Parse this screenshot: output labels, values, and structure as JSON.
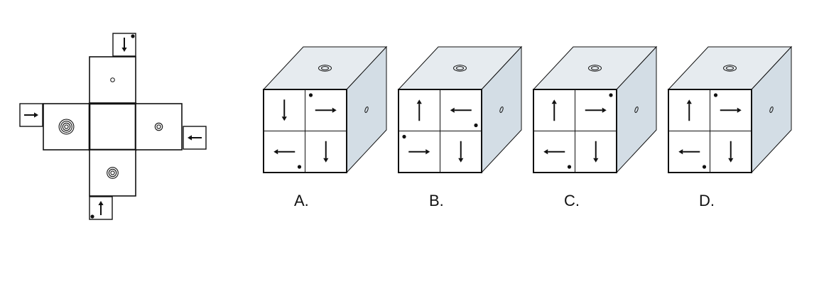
{
  "net": {
    "center": {
      "type": "blank"
    },
    "top": {
      "type": "small-circle"
    },
    "left": {
      "type": "concentric-rings",
      "rings": 4
    },
    "right": {
      "type": "concentric-rings",
      "rings": 2
    },
    "bottom": {
      "type": "concentric-rings",
      "rings": 3
    },
    "flaps": [
      {
        "attached_to": "top",
        "arrow": "down",
        "dot": "top-right"
      },
      {
        "attached_to": "left",
        "arrow": "right",
        "dot": "none"
      },
      {
        "attached_to": "right",
        "arrow": "left",
        "dot": "none"
      },
      {
        "attached_to": "bottom",
        "arrow": "up",
        "dot": "bottom-left"
      }
    ]
  },
  "options": [
    {
      "label": "A.",
      "top_face": "ellipse-rings",
      "side_face": "small-oval",
      "cells": [
        {
          "arrow": "down",
          "dot": "none"
        },
        {
          "arrow": "right",
          "dot": "top-left"
        },
        {
          "arrow": "left",
          "dot": "bottom-right"
        },
        {
          "arrow": "down",
          "dot": "none"
        }
      ]
    },
    {
      "label": "B.",
      "top_face": "ellipse-rings",
      "side_face": "small-oval",
      "cells": [
        {
          "arrow": "up",
          "dot": "none"
        },
        {
          "arrow": "left",
          "dot": "bottom-right"
        },
        {
          "arrow": "right",
          "dot": "top-left"
        },
        {
          "arrow": "down",
          "dot": "none"
        }
      ]
    },
    {
      "label": "C.",
      "top_face": "ellipse-rings",
      "side_face": "small-oval",
      "cells": [
        {
          "arrow": "up",
          "dot": "none"
        },
        {
          "arrow": "right",
          "dot": "top-right"
        },
        {
          "arrow": "left",
          "dot": "bottom-right"
        },
        {
          "arrow": "down",
          "dot": "none"
        }
      ]
    },
    {
      "label": "D.",
      "top_face": "ellipse-rings",
      "side_face": "small-oval",
      "cells": [
        {
          "arrow": "up",
          "dot": "none"
        },
        {
          "arrow": "right",
          "dot": "top-left"
        },
        {
          "arrow": "left",
          "dot": "bottom-right"
        },
        {
          "arrow": "down",
          "dot": "none"
        }
      ]
    }
  ],
  "colors": {
    "stroke": "#111111",
    "cube_top": "#e6ebef",
    "cube_side": "#d3dde5",
    "face": "#ffffff"
  }
}
